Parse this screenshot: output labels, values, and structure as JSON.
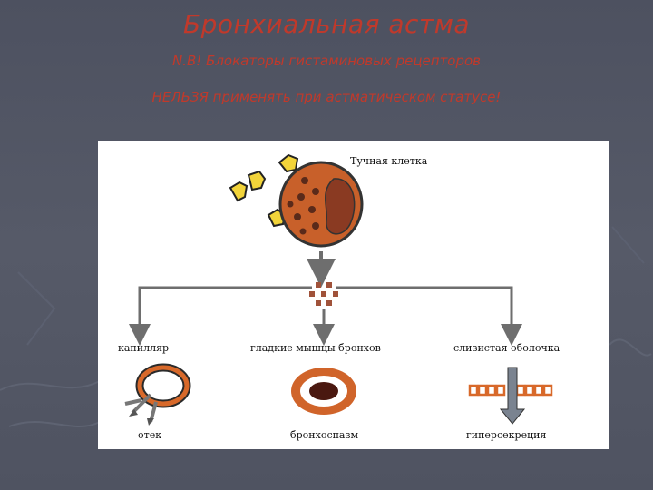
{
  "slide": {
    "title": "Бронхиальная астма",
    "note_line1": "N.B! Блокаторы гистаминовых рецепторов",
    "note_line2": "НЕЛЬЗЯ применять при астматическом статусе!"
  },
  "diagram": {
    "mast_cell_label": "Тучная клетка",
    "branches": [
      {
        "top_label": "капилляр",
        "bottom_label": "отек"
      },
      {
        "top_label": "гладкие мышцы бронхов",
        "bottom_label": "бронхоспазм"
      },
      {
        "top_label": "слизистая оболочка",
        "bottom_label": "гиперсекреция"
      }
    ],
    "colors": {
      "title_red": "#c0392b",
      "cell_orange": "#c8602a",
      "nucleus_brown": "#8a3a22",
      "granule_dark": "#5a2a1a",
      "receptor_yellow": "#f2d43a",
      "arrow_gray": "#6e6e6e"
    }
  }
}
